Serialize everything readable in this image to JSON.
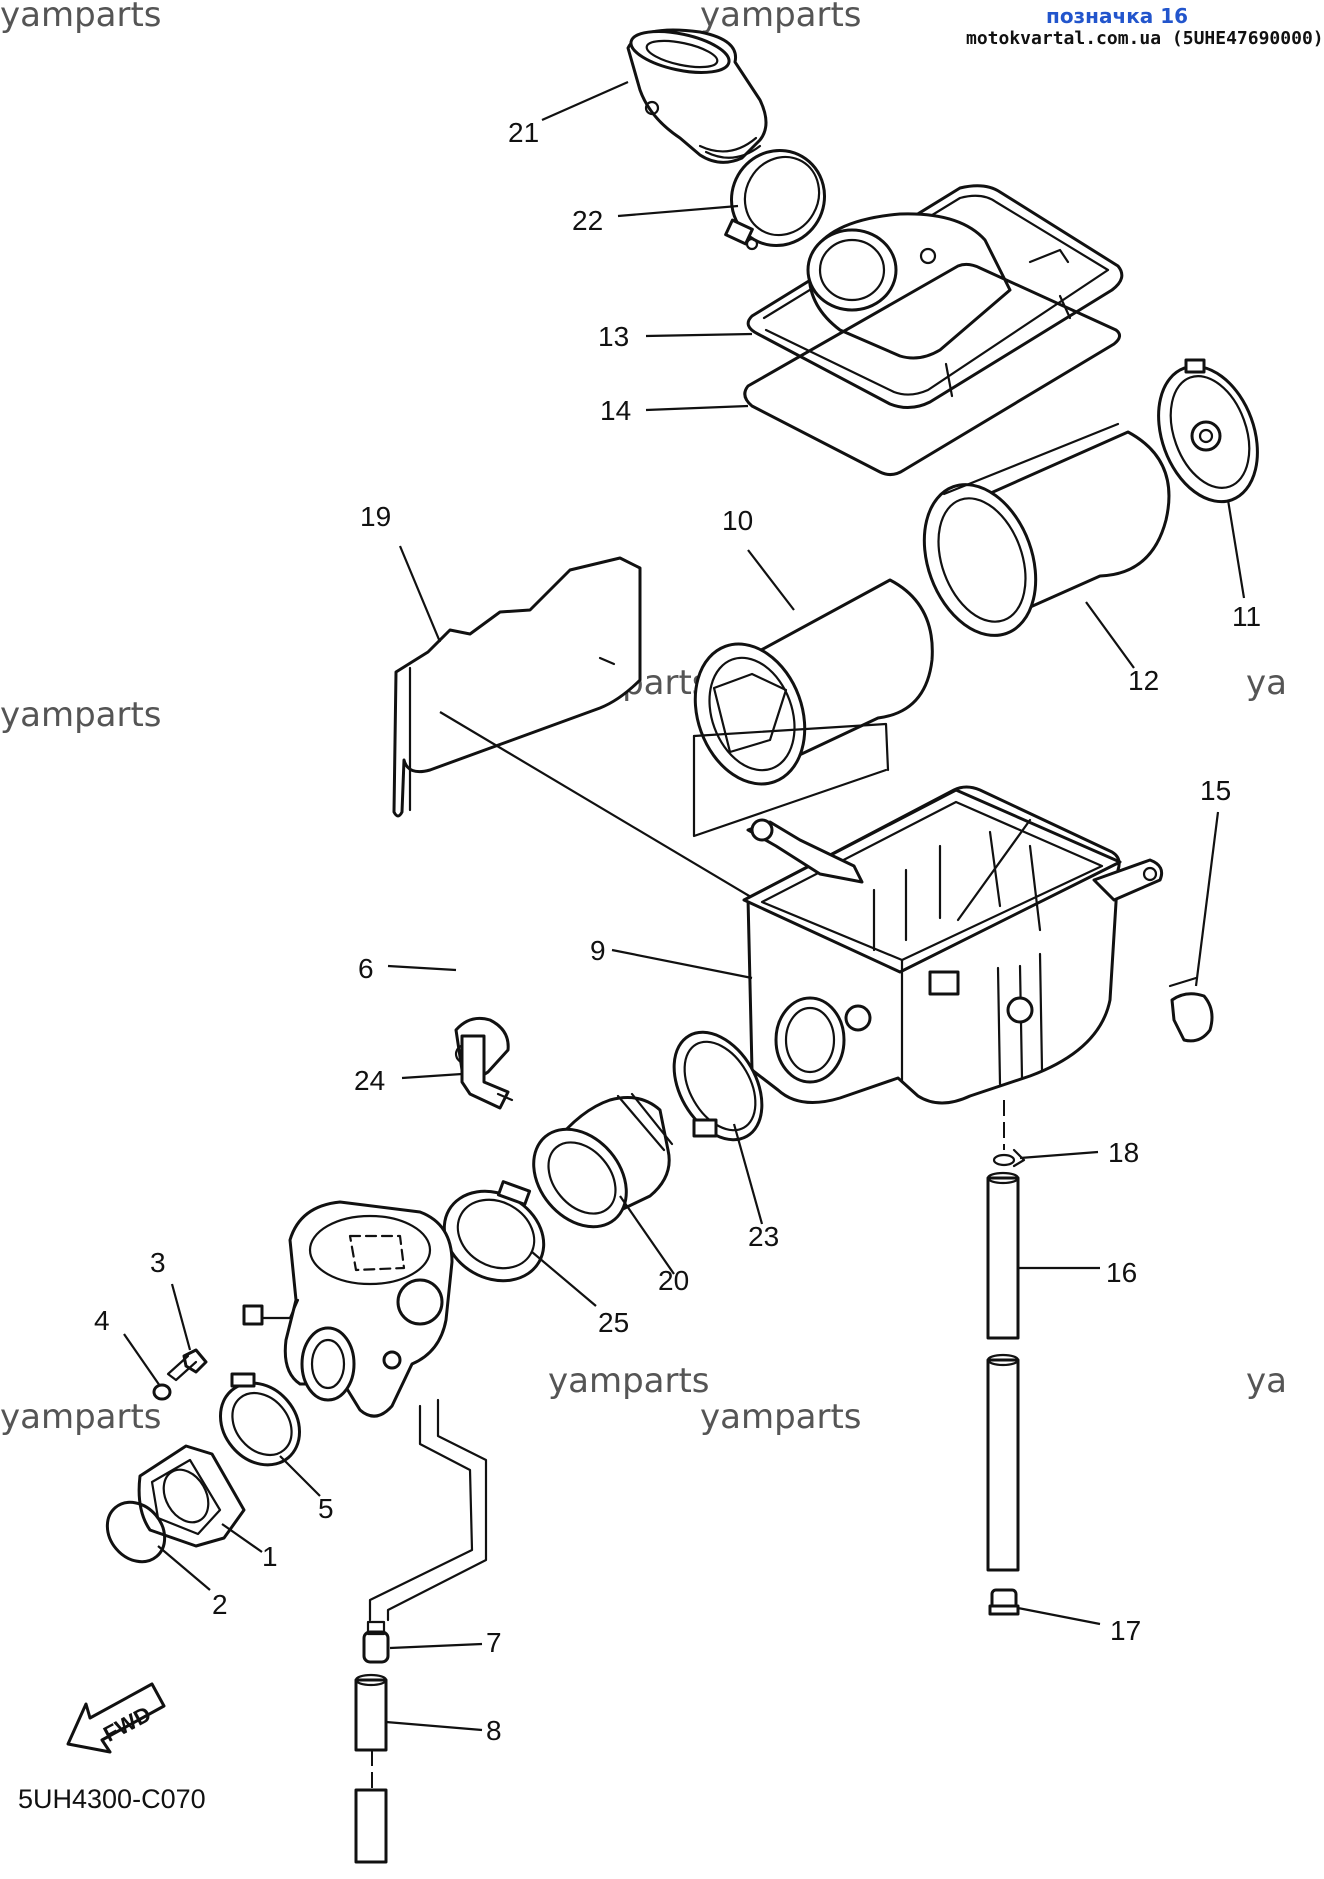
{
  "header": {
    "title": "позначка 16",
    "site": "motokvartal.com.ua (5UHE47690000)"
  },
  "watermark": "yamparts",
  "watermark_partial": "ya",
  "diagram_code": "5UH4300-C070",
  "fwd_label": "FWD",
  "callouts": [
    "1",
    "2",
    "3",
    "4",
    "5",
    "6",
    "7",
    "8",
    "9",
    "10",
    "11",
    "12",
    "13",
    "14",
    "15",
    "16",
    "17",
    "18",
    "19",
    "20",
    "21",
    "22",
    "23",
    "24",
    "25"
  ]
}
